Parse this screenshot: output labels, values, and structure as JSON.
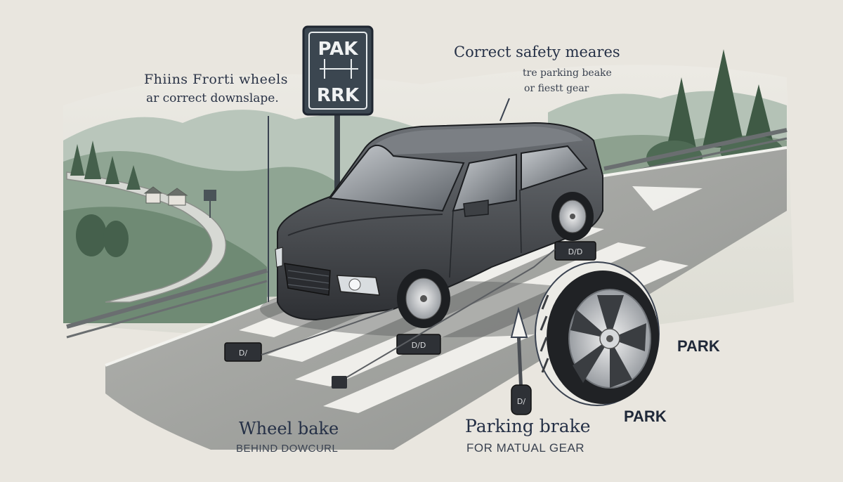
{
  "sign": {
    "line1": "PAK",
    "line2": "RRK"
  },
  "top_left_note": {
    "line1": "Fhiins Frorti wheels",
    "line2": "ar correct downslape."
  },
  "top_right_note": {
    "title": "Correct safety meares",
    "line1": "tre parking beake",
    "line2": "or fiestt gear"
  },
  "park_label_right": "PARK",
  "park_label_bottom": "PARK",
  "bottom_left_caption": {
    "title": "Wheel bake",
    "subtitle": "BEHIND DOWCURL"
  },
  "bottom_center_caption": {
    "title": "Parking brake",
    "subtitle": "FOR MATUAL GEAR"
  },
  "chock_marks": {
    "left": "D/",
    "mid": "D/D",
    "rear": "D/D"
  },
  "lever_mark": "D/",
  "colors": {
    "background": "#e9e6df",
    "text": "#2a3346",
    "car_body": "#4d5054",
    "hills": "#6f8a74"
  },
  "icons": [
    "park-sign-icon",
    "car-illustration",
    "tire-illustration",
    "parking-lever-illustration",
    "wheel-chock-icon"
  ]
}
